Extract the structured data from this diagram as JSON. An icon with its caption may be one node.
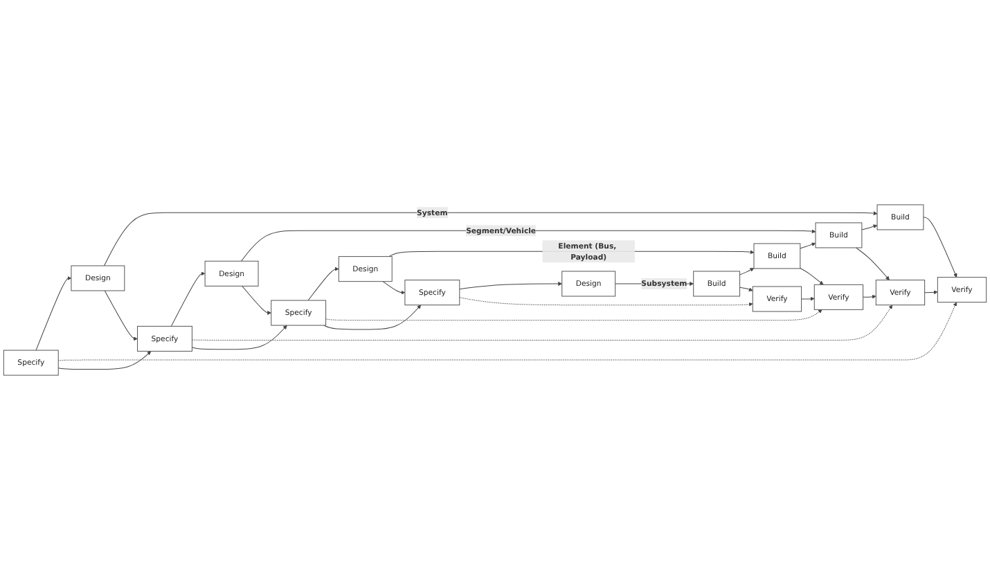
{
  "diagram": {
    "nodes": [
      {
        "text": [
          "Specify"
        ]
      },
      {
        "text": [
          "Design"
        ]
      },
      {
        "text": [
          "Build"
        ]
      },
      {
        "text": [
          "Verify"
        ]
      },
      {
        "text": [
          "Specify"
        ]
      },
      {
        "text": [
          "Design"
        ]
      },
      {
        "text": [
          "Build"
        ]
      },
      {
        "text": [
          "Verify"
        ]
      },
      {
        "text": [
          "Specify"
        ]
      },
      {
        "text": [
          "Design"
        ]
      },
      {
        "text": [
          "Build"
        ]
      },
      {
        "text": [
          "Verify"
        ]
      },
      {
        "text": [
          "Specify"
        ]
      },
      {
        "text": [
          "Design"
        ]
      },
      {
        "text": [
          "Build"
        ]
      },
      {
        "text": [
          "Verify"
        ]
      }
    ],
    "edges": [
      {
        "from": 0,
        "to": 1,
        "arrow": "to"
      },
      {
        "from": 1,
        "to": 2,
        "arrow": "to",
        "label": "System"
      },
      {
        "from": 2,
        "to": 3,
        "arrow": "to"
      },
      {
        "from": 0,
        "to": 3,
        "arrow": "to",
        "style": "dashed"
      },
      {
        "from": 0,
        "to": 4,
        "arrow": "to"
      },
      {
        "from": 1,
        "to": 4,
        "arrow": "to"
      },
      {
        "from": 6,
        "to": 2,
        "arrow": "to"
      },
      {
        "from": 7,
        "to": 3,
        "arrow": "to"
      },
      {
        "from": 4,
        "to": 5,
        "arrow": "to"
      },
      {
        "from": 5,
        "to": 6,
        "arrow": "to",
        "label": "Segment/Vehicle"
      },
      {
        "from": 6,
        "to": 7,
        "arrow": "to"
      },
      {
        "from": 4,
        "to": 7,
        "arrow": "to",
        "style": "dashed"
      },
      {
        "from": 4,
        "to": 8,
        "arrow": "to"
      },
      {
        "from": 5,
        "to": 8,
        "arrow": "to"
      },
      {
        "from": 10,
        "to": 6,
        "arrow": "to"
      },
      {
        "from": 11,
        "to": 7,
        "arrow": "to"
      },
      {
        "from": 8,
        "to": 9,
        "arrow": "to"
      },
      {
        "from": 9,
        "to": 10,
        "arrow": "to",
        "label": "Element (Bus, Payload)"
      },
      {
        "from": 10,
        "to": 11,
        "arrow": "to"
      },
      {
        "from": 8,
        "to": 11,
        "arrow": "to",
        "style": "dashed"
      },
      {
        "from": 8,
        "to": 12,
        "arrow": "to"
      },
      {
        "from": 9,
        "to": 12,
        "arrow": "to"
      },
      {
        "from": 14,
        "to": 10,
        "arrow": "to"
      },
      {
        "from": 15,
        "to": 11,
        "arrow": "to"
      },
      {
        "from": 12,
        "to": 13,
        "arrow": "to"
      },
      {
        "from": 13,
        "to": 14,
        "arrow": "to",
        "label": "Subsystem"
      },
      {
        "from": 14,
        "to": 15,
        "arrow": "to"
      },
      {
        "from": 12,
        "to": 15,
        "arrow": "to",
        "style": "dashed"
      }
    ]
  }
}
